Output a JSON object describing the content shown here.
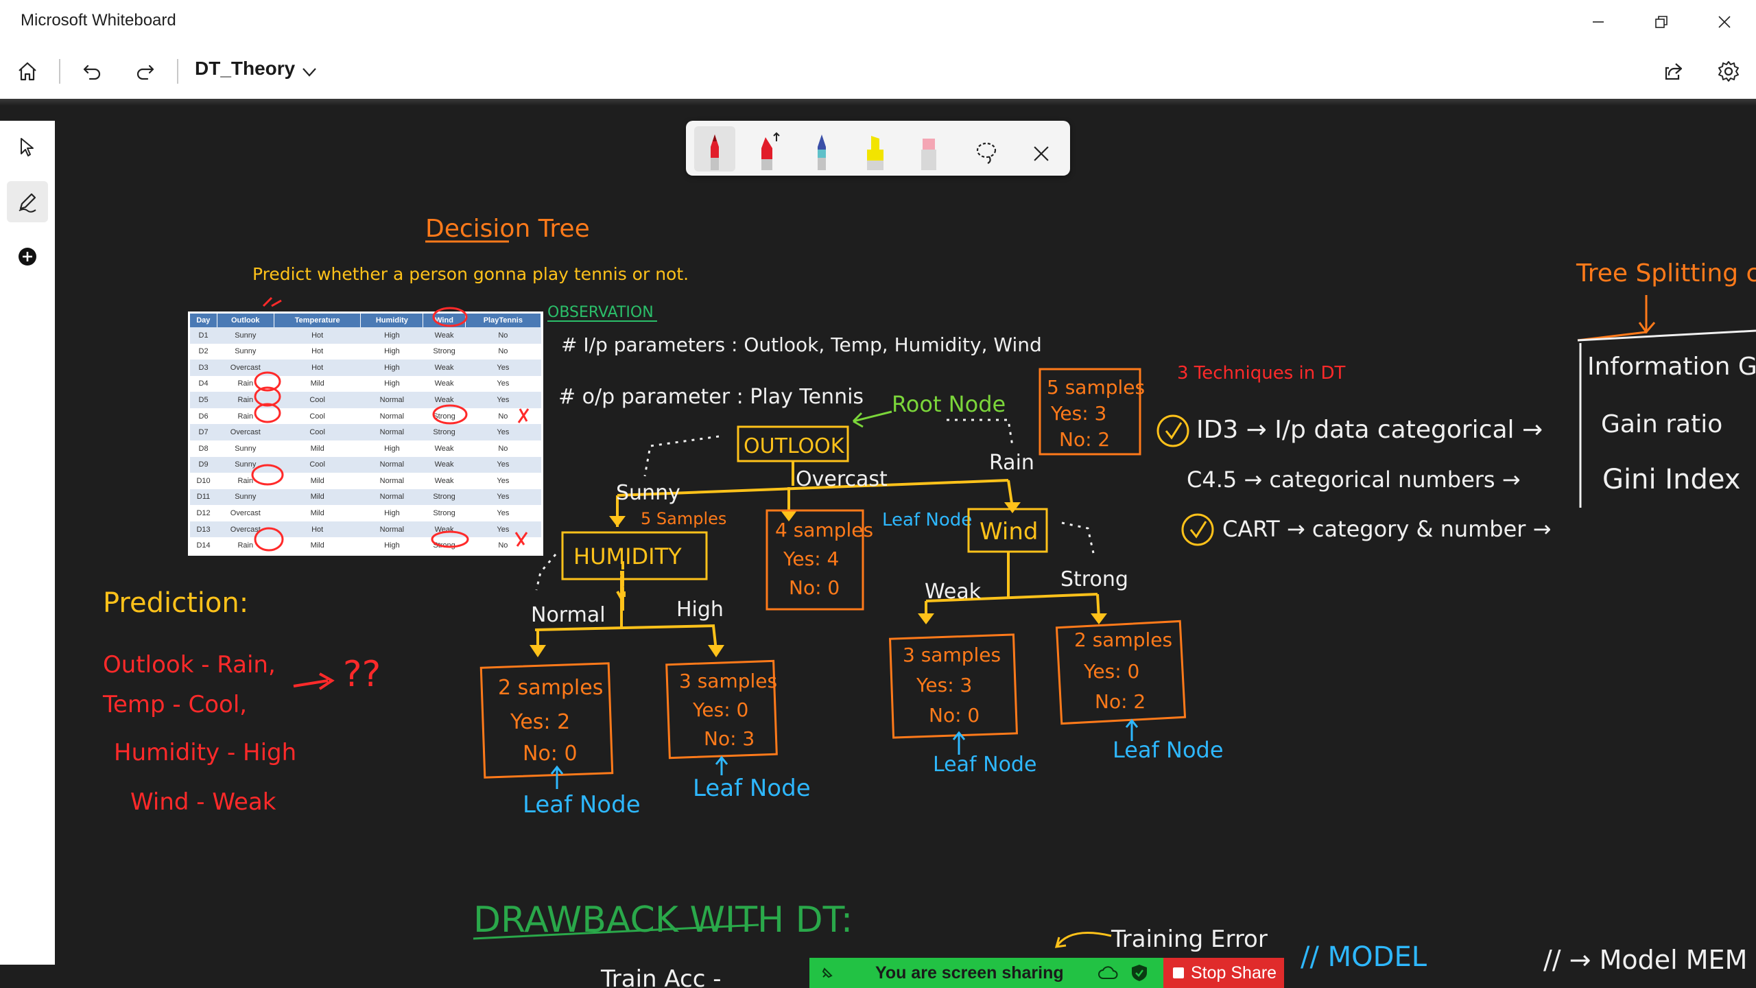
{
  "window": {
    "title": "Microsoft Whiteboard"
  },
  "toolbar": {
    "board_name": "DT_Theory"
  },
  "table": {
    "columns": [
      "Day",
      "Outlook",
      "Temperature",
      "Humidity",
      "Wind",
      "PlayTennis"
    ],
    "rows": [
      [
        "D1",
        "Sunny",
        "Hot",
        "High",
        "Weak",
        "No"
      ],
      [
        "D2",
        "Sunny",
        "Hot",
        "High",
        "Strong",
        "No"
      ],
      [
        "D3",
        "Overcast",
        "Hot",
        "High",
        "Weak",
        "Yes"
      ],
      [
        "D4",
        "Rain",
        "Mild",
        "High",
        "Weak",
        "Yes"
      ],
      [
        "D5",
        "Rain",
        "Cool",
        "Normal",
        "Weak",
        "Yes"
      ],
      [
        "D6",
        "Rain",
        "Cool",
        "Normal",
        "Strong",
        "No"
      ],
      [
        "D7",
        "Overcast",
        "Cool",
        "Normal",
        "Strong",
        "Yes"
      ],
      [
        "D8",
        "Sunny",
        "Mild",
        "High",
        "Weak",
        "No"
      ],
      [
        "D9",
        "Sunny",
        "Cool",
        "Normal",
        "Weak",
        "Yes"
      ],
      [
        "D10",
        "Rain",
        "Mild",
        "Normal",
        "Weak",
        "Yes"
      ],
      [
        "D11",
        "Sunny",
        "Mild",
        "Normal",
        "Strong",
        "Yes"
      ],
      [
        "D12",
        "Overcast",
        "Mild",
        "High",
        "Strong",
        "Yes"
      ],
      [
        "D13",
        "Overcast",
        "Hot",
        "Normal",
        "Weak",
        "Yes"
      ],
      [
        "D14",
        "Rain",
        "Mild",
        "High",
        "Strong",
        "No"
      ]
    ]
  },
  "ink": {
    "title": "Decision Tree",
    "subtitle": "Predict whether a person gonna play tennis or not.",
    "observation": "OBSERVATION",
    "input_params": "# I/p parameters : Outlook, Temp, Humidity, Wind",
    "output_param": "# o/p parameter : Play Tennis",
    "root_node_label": "Root Node",
    "root_samples": [
      "5 samples",
      "Yes: 3",
      "No: 2"
    ],
    "node_outlook": "OUTLOOK",
    "branch_sunny": "Sunny",
    "branch_overcast": "Overcast",
    "branch_rain": "Rain",
    "sunny_samples": "5 Samples",
    "node_humidity": "HUMIDITY",
    "node_wind": "Wind",
    "overcast_box": [
      "4 samples",
      "Yes: 4",
      "No: 0"
    ],
    "leaf_node": "Leaf Node",
    "branch_normal": "Normal",
    "branch_high": "High",
    "branch_weak": "Weak",
    "branch_strong": "Strong",
    "normal_box": [
      "2 samples",
      "Yes: 2",
      "No: 0"
    ],
    "high_box": [
      "3 samples",
      "Yes: 0",
      "No: 3"
    ],
    "weak_box": [
      "3 samples",
      "Yes: 3",
      "No: 0"
    ],
    "strong_box": [
      "2 samples",
      "Yes: 0",
      "No: 2"
    ],
    "techniques_title": "3 Techniques in DT",
    "tech_id3": "ID3 → I/p data categorical →",
    "tech_c45": "C4.5 → categorical numbers →",
    "tech_cart": "CART → category & number →",
    "split_title": "Tree Splitting c",
    "split_info": "Information Gain",
    "split_ratio": "Gain ratio",
    "split_gini": "Gini Index",
    "prediction_title": "Prediction:",
    "pred_outlook": "Outlook - Rain,",
    "pred_temp": "Temp - Cool,",
    "pred_qq": "??",
    "pred_humidity": "Humidity - High",
    "pred_wind": "Wind - Weak",
    "drawback": "DRAWBACK WITH DT:",
    "training_error": "Training Error",
    "model_label": "// MODEL",
    "train_acc": "Train Acc -",
    "model_mem": "// → Model MEM"
  },
  "share": {
    "status": "You are screen sharing",
    "stop": "Stop Share"
  },
  "colors": {
    "canvas": "#1e1e1e",
    "orange": "#ff7a1a",
    "yellow": "#ffc21a",
    "red": "#ff2a2a",
    "blue": "#2eb8ff",
    "green": "#31c431",
    "lime": "#7bd63a",
    "white": "#f0f0f0"
  }
}
